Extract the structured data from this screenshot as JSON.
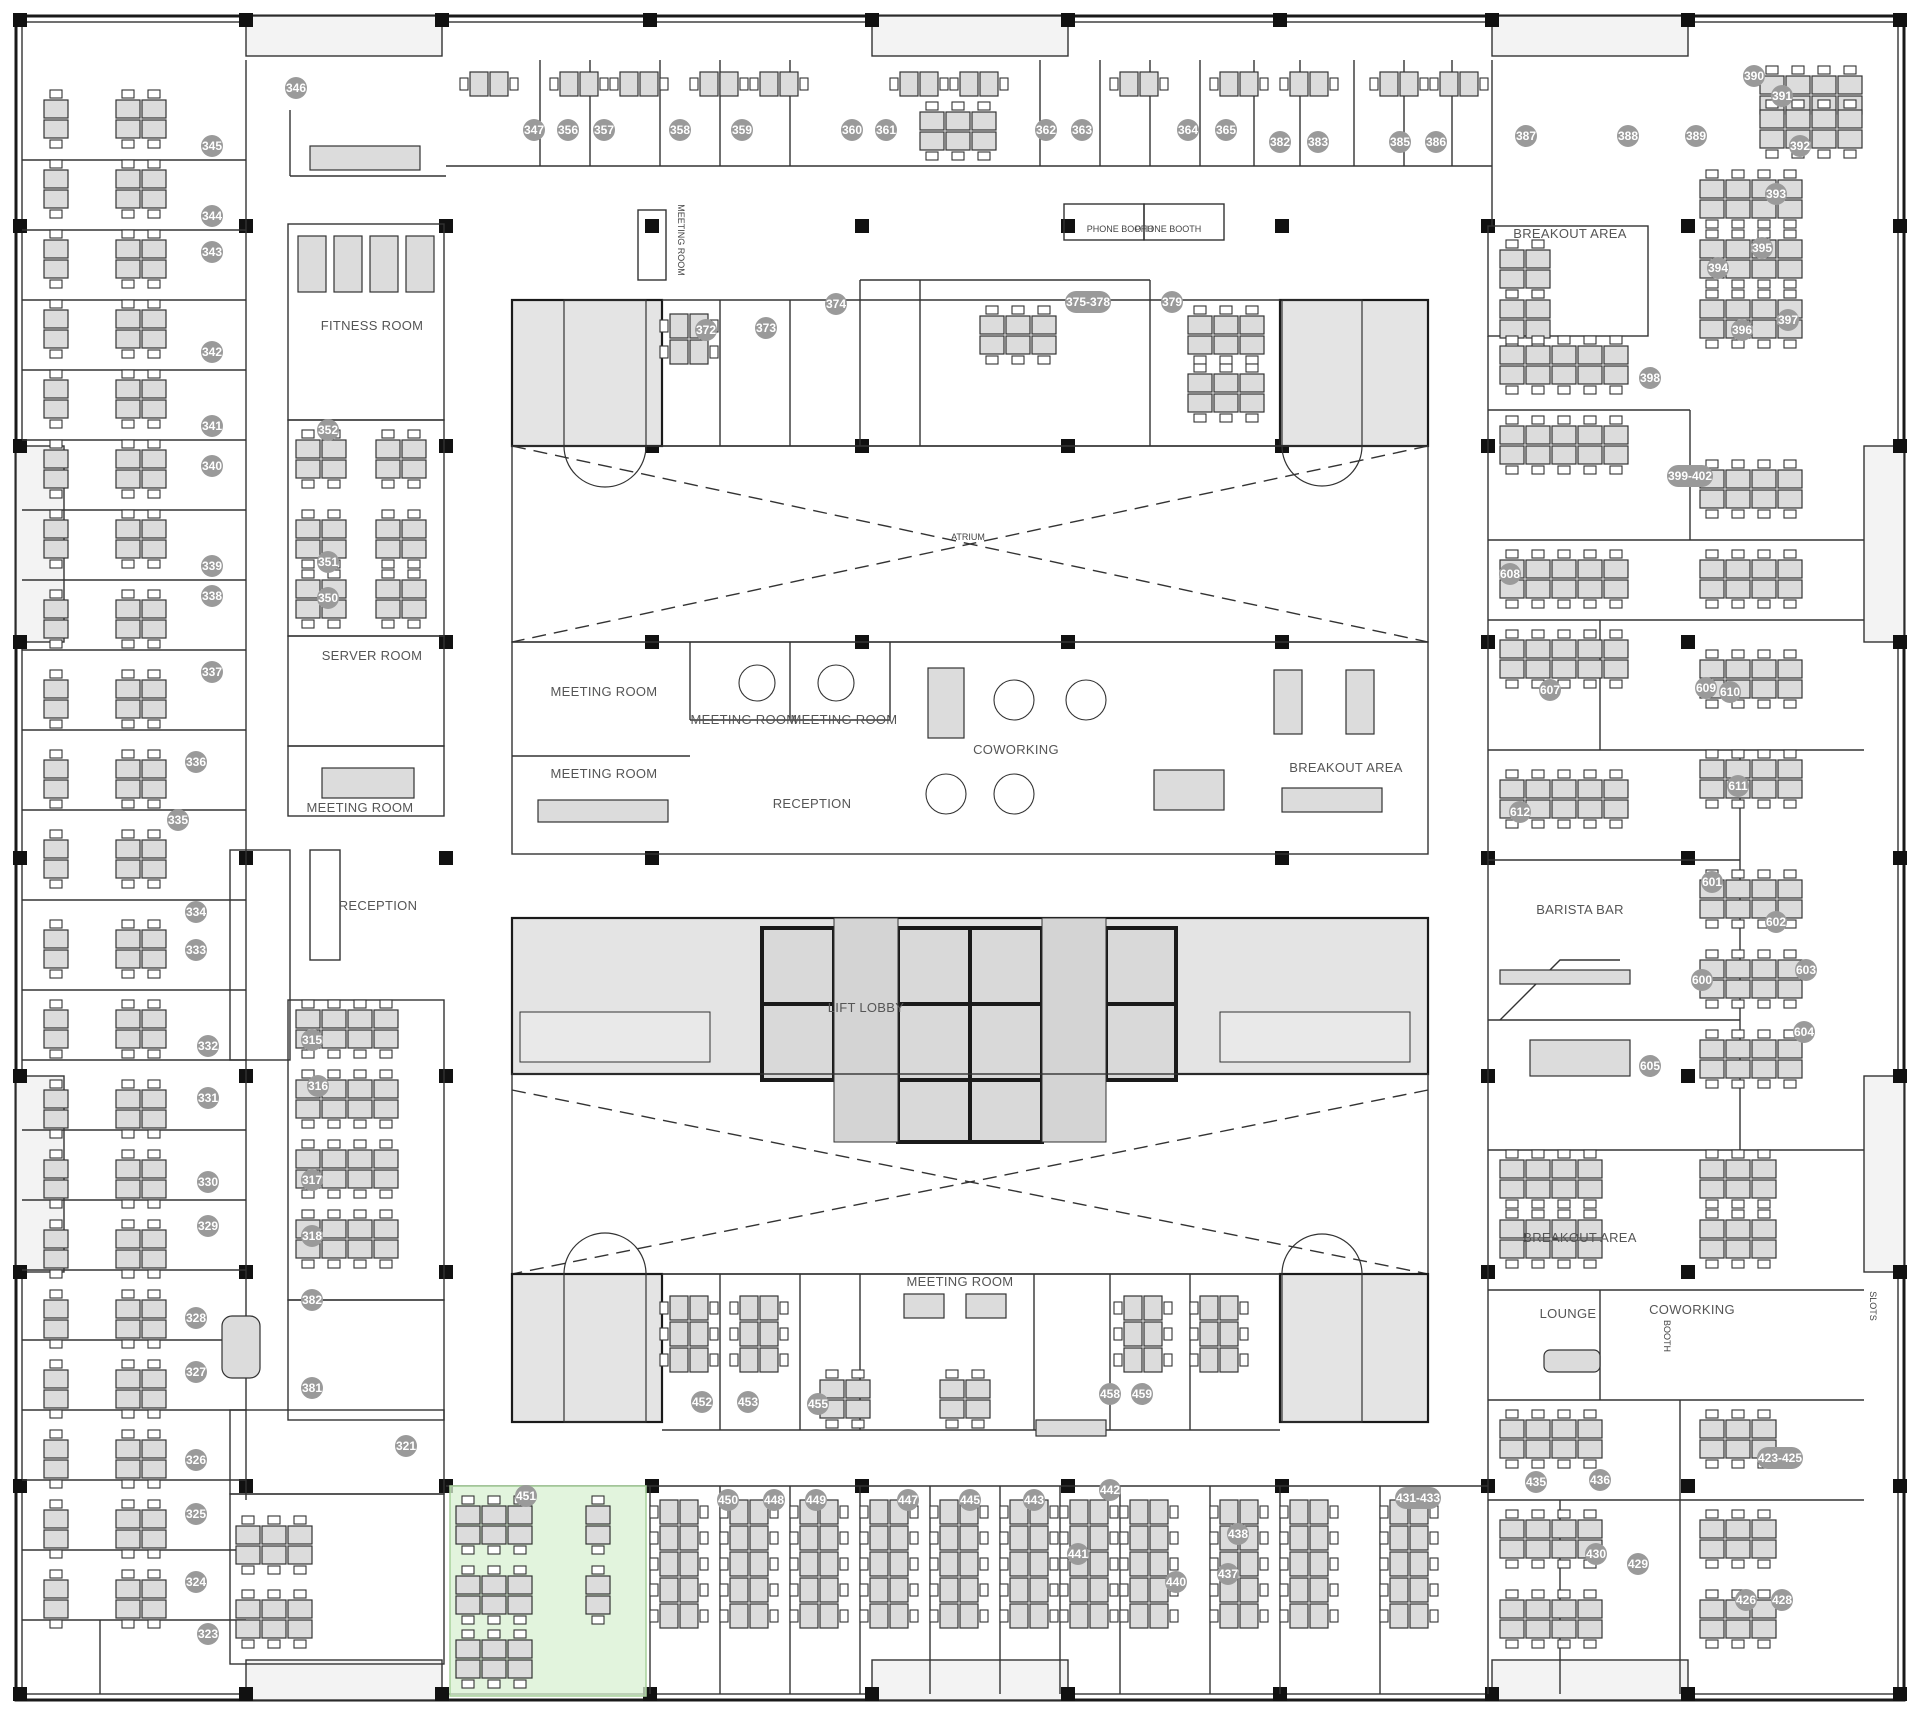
{
  "labels": {
    "fitness_room": "FITNESS ROOM",
    "server_room": "SERVER ROOM",
    "meeting_room_left": "MEETING ROOM",
    "reception_left": "RECEPTION",
    "meeting_top": "MEETING ROOM",
    "phone_booth_1": "PHONE BOOTH",
    "phone_booth_2": "PHONE BOOTH",
    "atrium": "ATRIUM",
    "meeting_room_a": "MEETING ROOM",
    "meeting_room_b": "MEETING ROOM",
    "meeting_room_c": "MEETING ROOM",
    "meeting_room_d": "MEETING ROOM",
    "reception_center": "RECEPTION",
    "coworking_center": "COWORKING",
    "breakout_center": "BREAKOUT AREA",
    "lift_lobby": "LIFT LOBBY",
    "meeting_room_south": "MEETING ROOM",
    "breakout_ne": "BREAKOUT AREA",
    "barista_bar": "BARISTA BAR",
    "breakout_se": "BREAKOUT AREA",
    "lounge": "LOUNGE",
    "coworking_se": "COWORKING",
    "booth_se": "BOOTH",
    "slots": "SLOTS"
  },
  "rooms": [
    {
      "id": "346"
    },
    {
      "id": "345"
    },
    {
      "id": "344"
    },
    {
      "id": "343"
    },
    {
      "id": "342"
    },
    {
      "id": "341"
    },
    {
      "id": "340"
    },
    {
      "id": "339"
    },
    {
      "id": "338"
    },
    {
      "id": "337"
    },
    {
      "id": "336"
    },
    {
      "id": "335"
    },
    {
      "id": "334"
    },
    {
      "id": "333"
    },
    {
      "id": "332"
    },
    {
      "id": "331"
    },
    {
      "id": "330"
    },
    {
      "id": "329"
    },
    {
      "id": "328"
    },
    {
      "id": "327"
    },
    {
      "id": "326"
    },
    {
      "id": "325"
    },
    {
      "id": "324"
    },
    {
      "id": "323"
    },
    {
      "id": "352"
    },
    {
      "id": "351"
    },
    {
      "id": "350"
    },
    {
      "id": "315"
    },
    {
      "id": "316"
    },
    {
      "id": "317"
    },
    {
      "id": "318"
    },
    {
      "id": "382"
    },
    {
      "id": "381"
    },
    {
      "id": "321"
    },
    {
      "id": "347"
    },
    {
      "id": "356"
    },
    {
      "id": "357"
    },
    {
      "id": "358"
    },
    {
      "id": "359"
    },
    {
      "id": "360"
    },
    {
      "id": "361"
    },
    {
      "id": "362"
    },
    {
      "id": "363"
    },
    {
      "id": "364"
    },
    {
      "id": "365"
    },
    {
      "id": "382"
    },
    {
      "id": "383"
    },
    {
      "id": "385"
    },
    {
      "id": "386"
    },
    {
      "id": "387"
    },
    {
      "id": "388"
    },
    {
      "id": "389"
    },
    {
      "id": "390"
    },
    {
      "id": "391"
    },
    {
      "id": "392"
    },
    {
      "id": "393"
    },
    {
      "id": "394"
    },
    {
      "id": "395"
    },
    {
      "id": "396"
    },
    {
      "id": "397"
    },
    {
      "id": "398"
    },
    {
      "id": "399-402"
    },
    {
      "id": "372"
    },
    {
      "id": "373"
    },
    {
      "id": "374"
    },
    {
      "id": "375-378"
    },
    {
      "id": "379"
    },
    {
      "id": "608"
    },
    {
      "id": "607"
    },
    {
      "id": "609"
    },
    {
      "id": "610"
    },
    {
      "id": "611"
    },
    {
      "id": "612"
    },
    {
      "id": "601"
    },
    {
      "id": "602"
    },
    {
      "id": "600"
    },
    {
      "id": "603"
    },
    {
      "id": "604"
    },
    {
      "id": "605"
    },
    {
      "id": "452"
    },
    {
      "id": "453"
    },
    {
      "id": "455"
    },
    {
      "id": "458"
    },
    {
      "id": "459"
    },
    {
      "id": "451"
    },
    {
      "id": "450"
    },
    {
      "id": "448"
    },
    {
      "id": "449"
    },
    {
      "id": "447"
    },
    {
      "id": "445"
    },
    {
      "id": "443"
    },
    {
      "id": "442"
    },
    {
      "id": "441"
    },
    {
      "id": "440"
    },
    {
      "id": "438"
    },
    {
      "id": "437"
    },
    {
      "id": "431-433"
    },
    {
      "id": "435"
    },
    {
      "id": "436"
    },
    {
      "id": "430"
    },
    {
      "id": "429"
    },
    {
      "id": "426"
    },
    {
      "id": "428"
    },
    {
      "id": "423-425"
    }
  ]
}
